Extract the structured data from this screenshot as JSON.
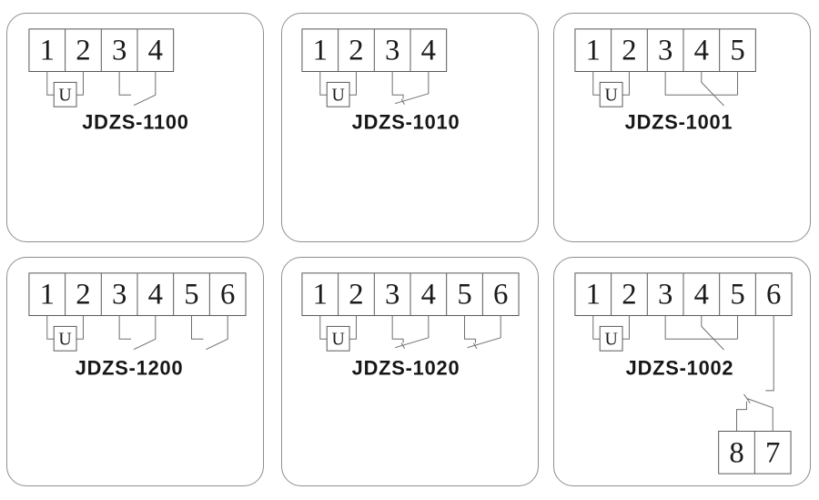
{
  "colors": {
    "line": "#6e6e6e",
    "panel_border": "#8f8f8f",
    "text": "#1b1b1b"
  },
  "panels": [
    {
      "model": "JDZS-1100",
      "u_label": "U",
      "terminals": [
        "1",
        "2",
        "3",
        "4"
      ],
      "contacts": [
        {
          "type": "normally-open",
          "terminals": [
            "3",
            "4"
          ]
        }
      ]
    },
    {
      "model": "JDZS-1010",
      "u_label": "U",
      "terminals": [
        "1",
        "2",
        "3",
        "4"
      ],
      "contacts": [
        {
          "type": "normally-closed",
          "terminals": [
            "3",
            "4"
          ]
        }
      ]
    },
    {
      "model": "JDZS-1001",
      "u_label": "U",
      "terminals": [
        "1",
        "2",
        "3",
        "4",
        "5"
      ],
      "contacts": [
        {
          "type": "changeover",
          "terminals": [
            "3",
            "4",
            "5"
          ]
        }
      ]
    },
    {
      "model": "JDZS-1200",
      "u_label": "U",
      "terminals": [
        "1",
        "2",
        "3",
        "4",
        "5",
        "6"
      ],
      "contacts": [
        {
          "type": "normally-open",
          "terminals": [
            "3",
            "4"
          ]
        },
        {
          "type": "normally-open",
          "terminals": [
            "5",
            "6"
          ]
        }
      ]
    },
    {
      "model": "JDZS-1020",
      "u_label": "U",
      "terminals": [
        "1",
        "2",
        "3",
        "4",
        "5",
        "6"
      ],
      "contacts": [
        {
          "type": "normally-closed",
          "terminals": [
            "3",
            "4"
          ]
        },
        {
          "type": "normally-closed",
          "terminals": [
            "5",
            "6"
          ]
        }
      ]
    },
    {
      "model": "JDZS-1002",
      "u_label": "U",
      "terminals": [
        "1",
        "2",
        "3",
        "4",
        "5",
        "6"
      ],
      "aux_terminals": [
        "8",
        "7"
      ],
      "contacts": [
        {
          "type": "changeover",
          "terminals": [
            "3",
            "4",
            "5"
          ]
        },
        {
          "type": "aux-changeover",
          "terminals": [
            "6",
            "8",
            "7"
          ]
        }
      ]
    }
  ]
}
